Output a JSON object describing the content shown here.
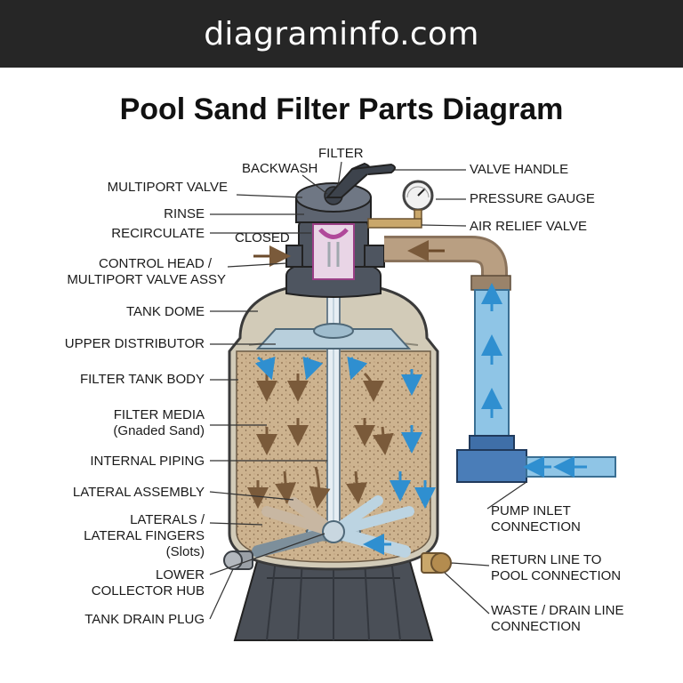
{
  "site": "diagraminfo.com",
  "title": "Pool Sand Filter Parts Diagram",
  "labels": {
    "filter": "FILTER",
    "backwash": "BACKWASH",
    "valve_handle": "VALVE HANDLE",
    "multiport_valve": "MULTIPORT VALVE",
    "pressure_gauge": "PRESSURE GAUGE",
    "rinse": "RINSE",
    "air_relief_valve": "AIR RELIEF VALVE",
    "recirculate": "RECIRCULATE",
    "closed": "CLOSED",
    "control_head_1": "CONTROL HEAD /",
    "control_head_2": "MULTIPORT VALVE ASSY",
    "tank_dome": "TANK DOME",
    "upper_distributor": "UPPER DISTRIBUTOR",
    "filter_tank_body": "FILTER TANK BODY",
    "filter_media_1": "FILTER MEDIA",
    "filter_media_2": "(Gnaded Sand)",
    "internal_piping": "INTERNAL PIPING",
    "lateral_assembly": "LATERAL ASSEMBLY",
    "laterals_1": "LATERALS /",
    "laterals_2": "LATERAL FINGERS",
    "laterals_3": "(Slots)",
    "lower_hub_1": "LOWER",
    "lower_hub_2": "COLLECTOR HUB",
    "tank_drain_plug": "TANK DRAIN PLUG",
    "pump_inlet_1": "PUMP INLET",
    "pump_inlet_2": "CONNECTION",
    "return_line_1": "RETURN LINE TO",
    "return_line_2": "POOL CONNECTION",
    "waste_line_1": "WASTE / DRAIN LINE",
    "waste_line_2": "CONNECTION"
  },
  "colors": {
    "banner": "#262626",
    "tank": "#d2cbb8",
    "sand": "#cdb38f",
    "pipe_tan": "#b99f82",
    "pipe_blue": "#8fc5e6",
    "valve_dark": "#4e5560",
    "base": "#4a4f57",
    "flow_brown": "#7a5a3a",
    "flow_blue": "#2f8fd0"
  }
}
